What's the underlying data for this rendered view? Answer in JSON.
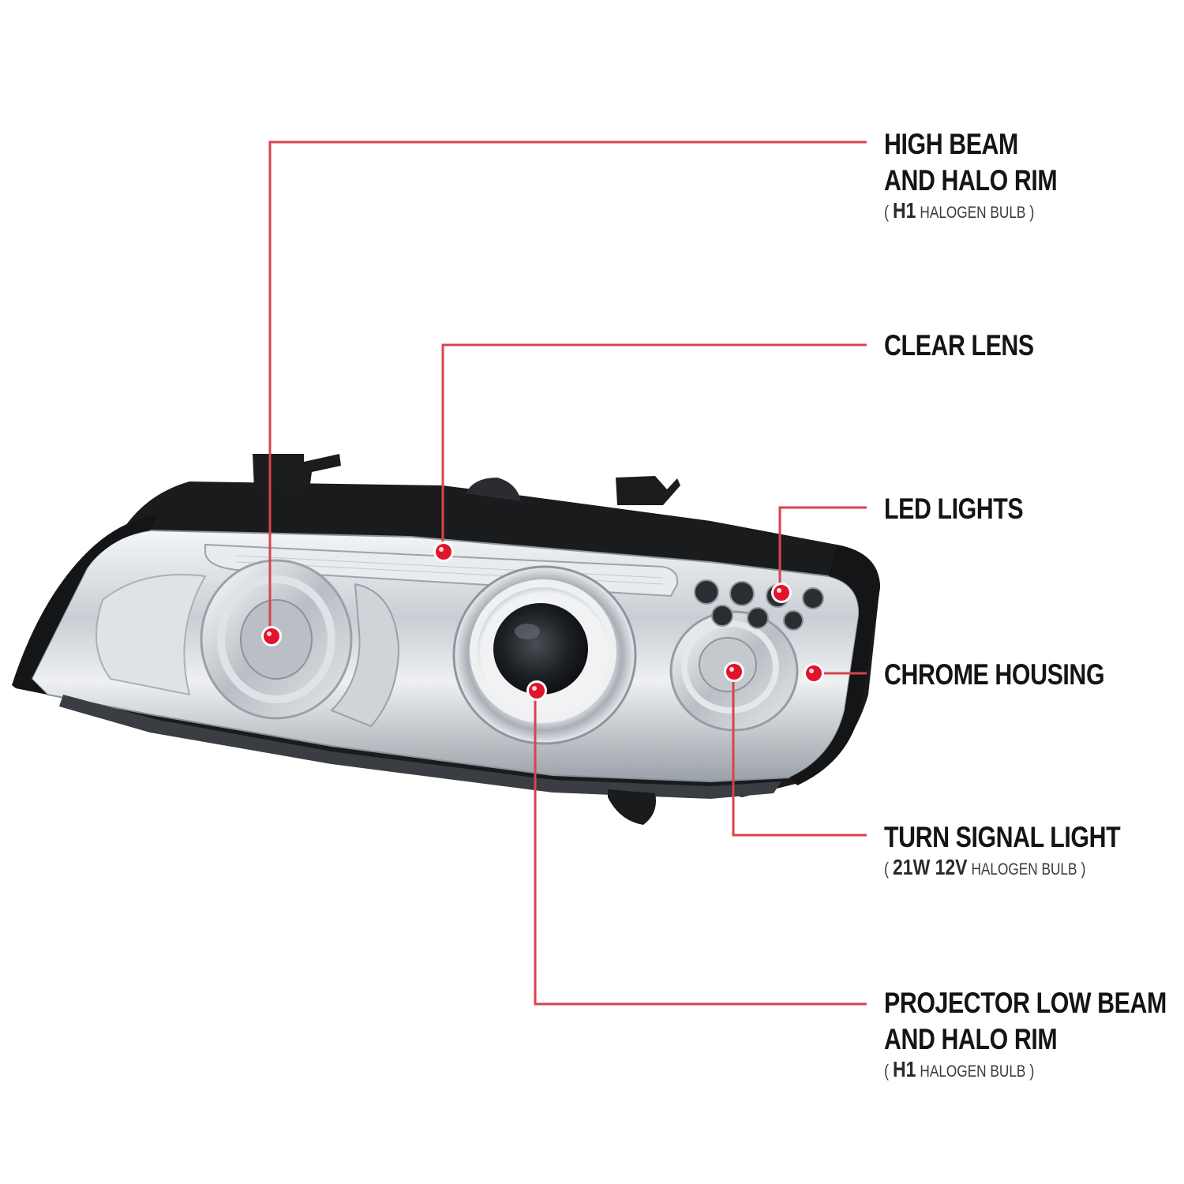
{
  "colors": {
    "leader": "#d9434c",
    "dot": "#e0142a",
    "text": "#141414",
    "subtext": "#3a3a3a"
  },
  "callouts": [
    {
      "id": "high-beam",
      "lines": [
        "HIGH BEAM",
        "AND HALO RIM"
      ],
      "sub": {
        "code": "H1",
        "rest": "HALOGEN BULB"
      }
    },
    {
      "id": "clear-lens",
      "lines": [
        "CLEAR LENS"
      ]
    },
    {
      "id": "led-lights",
      "lines": [
        "LED LIGHTS"
      ]
    },
    {
      "id": "chrome-housing",
      "lines": [
        "CHROME HOUSING"
      ]
    },
    {
      "id": "turn-signal",
      "lines": [
        "TURN SIGNAL LIGHT"
      ],
      "sub": {
        "code": "21W 12V",
        "rest": "HALOGEN BULB"
      }
    },
    {
      "id": "projector-low-beam",
      "lines": [
        "PROJECTOR LOW BEAM",
        "AND HALO RIM"
      ],
      "sub": {
        "code": "H1",
        "rest": "HALOGEN BULB"
      }
    }
  ]
}
